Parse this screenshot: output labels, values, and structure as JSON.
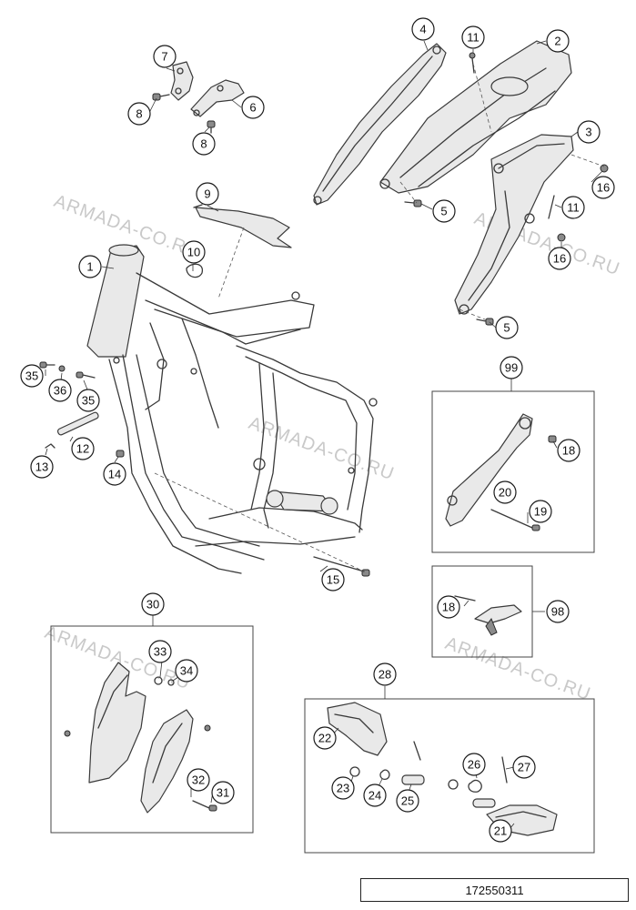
{
  "watermark": "ARMADA-CO.RU",
  "drawing_number": "172550311",
  "callouts": {
    "c1": "1",
    "c2": "2",
    "c3": "3",
    "c4": "4",
    "c5a": "5",
    "c5b": "5",
    "c6": "6",
    "c7": "7",
    "c8a": "8",
    "c8b": "8",
    "c9": "9",
    "c10": "10",
    "c11a": "11",
    "c11b": "11",
    "c12": "12",
    "c13": "13",
    "c14": "14",
    "c15": "15",
    "c16a": "16",
    "c16b": "16",
    "c18a": "18",
    "c18b": "18",
    "c19": "19",
    "c20": "20",
    "c21": "21",
    "c22": "22",
    "c23": "23",
    "c24": "24",
    "c25": "25",
    "c26": "26",
    "c27": "27",
    "c28": "28",
    "c30": "30",
    "c31": "31",
    "c32": "32",
    "c33": "33",
    "c34": "34",
    "c35a": "35",
    "c35b": "35",
    "c36": "36",
    "c98": "98",
    "c99": "99"
  }
}
